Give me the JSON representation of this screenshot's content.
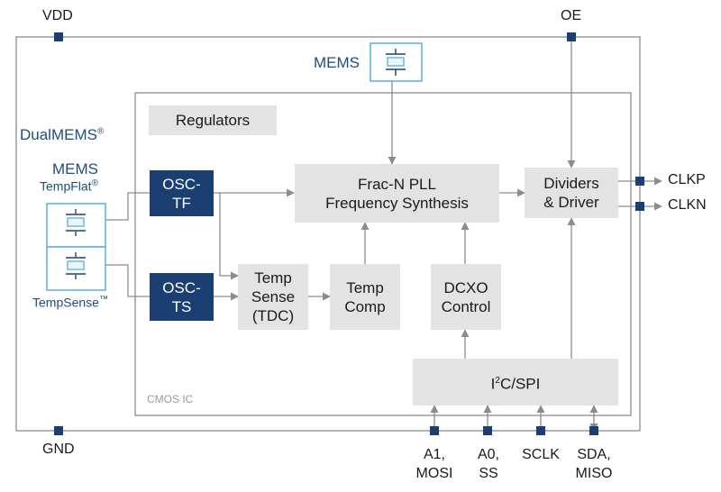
{
  "colors": {
    "line": "#8c8c8c",
    "block_fill": "#e3e3e3",
    "osc_fill": "#1c3f73",
    "pin": "#1c3f73",
    "mems_border": "#5fb6e3",
    "brand_text": "#1f4e79"
  },
  "pins": {
    "vdd": "VDD",
    "gnd": "GND",
    "oe": "OE",
    "clkp": "CLKP",
    "clkn": "CLKN",
    "a1_mosi": [
      "A1,",
      "MOSI"
    ],
    "a0_ss": [
      "A0,",
      "SS"
    ],
    "sclk": "SCLK",
    "sda_miso": [
      "SDA,",
      "MISO"
    ]
  },
  "labels": {
    "mems_top": "MEMS",
    "dualmems": "DualMEMS",
    "dualmems_mark": "®",
    "mems_left": "MEMS",
    "tempflat": "TempFlat",
    "tempflat_mark": "®",
    "tempsense": "TempSense",
    "tempsense_mark": "™",
    "cmos_ic": "CMOS IC"
  },
  "blocks": {
    "regulators": "Regulators",
    "osc_tf": [
      "OSC-",
      "TF"
    ],
    "osc_ts": [
      "OSC-",
      "TS"
    ],
    "pll": [
      "Frac-N PLL",
      "Frequency Synthesis"
    ],
    "dividers": [
      "Dividers",
      "& Driver"
    ],
    "temp_sense": [
      "Temp",
      "Sense",
      "(TDC)"
    ],
    "temp_comp": [
      "Temp",
      "Comp"
    ],
    "dcxo": [
      "DCXO",
      "Control"
    ],
    "i2c_pre": "I",
    "i2c_sup": "2",
    "i2c_post": "C/SPI"
  }
}
